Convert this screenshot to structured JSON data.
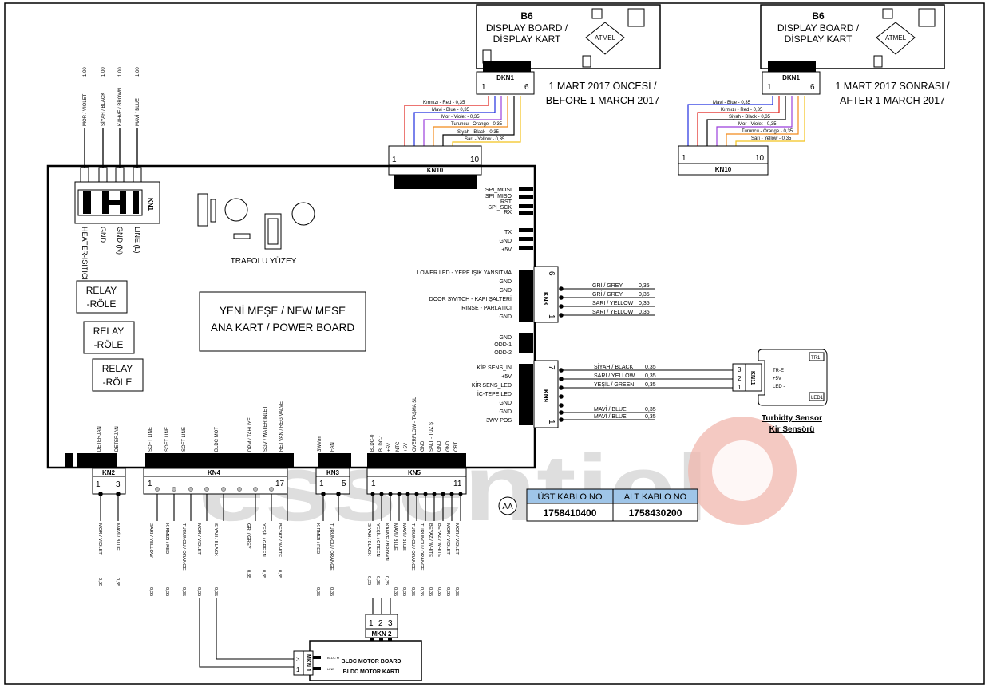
{
  "watermark": "essentiel b",
  "display_before": {
    "title": "B6",
    "line1": "DISPLAY BOARD /",
    "line2": "DİSPLAY KART",
    "chip": "ATMEL",
    "connector": "DKN1",
    "pin_first": "1",
    "pin_last": "6",
    "note1": "1 MART 2017 ÖNCESİ /",
    "note2": "BEFORE 1 MARCH 2017",
    "wires": [
      "Kırmızı - Red - 0,35",
      "Mavi - Blue - 0,35",
      "Mor - Violet - 0,35",
      "Turuncu - Orange - 0,35",
      "Siyah - Black - 0,35",
      "Sarı - Yellow - 0,35"
    ]
  },
  "display_after": {
    "title": "B6",
    "line1": "DISPLAY BOARD /",
    "line2": "DİSPLAY KART",
    "chip": "ATMEL",
    "connector": "DKN1",
    "pin_first": "1",
    "pin_last": "6",
    "note1": "1 MART 2017 SONRASI /",
    "note2": "AFTER 1 MARCH 2017",
    "kn10": "KN10",
    "kn10_first": "1",
    "kn10_last": "10",
    "wires": [
      "Mavi - Blue - 0,35",
      "Kırmızı - Red - 0,35",
      "Siyah - Black - 0,35",
      "Mor - Violet - 0,35",
      "Turuncu - Orange - 0,35",
      "Sarı - Yellow - 0,35"
    ]
  },
  "kn10": {
    "label": "KN10",
    "first": "1",
    "last": "10"
  },
  "kn1": {
    "label": "KN1",
    "pins": [
      "HEATER-ISITICI",
      "GND",
      "GND (N)",
      "LINE (L)"
    ],
    "wires": [
      "MOR / VIOLET",
      "SİYAH / BLACK",
      "KAHVE / BROWN",
      "MAVİ / BLUE"
    ],
    "sizes": [
      "1.00",
      "1.00",
      "1.00",
      "1.00"
    ]
  },
  "board": {
    "title1": "YENİ MEŞE / NEW MESE",
    "title2": "ANA KART / POWER BOARD",
    "trafo": "TRAFOLU YÜZEY",
    "relays": [
      "RELAY",
      "-RÖLE"
    ]
  },
  "right_labels_top": [
    "SPI_MOSI",
    "SPI_MISO",
    "RST",
    "SPI_SCK",
    "RX",
    "TX",
    "GND",
    "+5V"
  ],
  "kn8": {
    "label": "KN8",
    "first": "1",
    "last": "6",
    "labels": [
      "LOWER LED - YERE IŞIK YANSITMA",
      "GND",
      "GND",
      "DOOR SWITCH - KAPI ŞALTERİ",
      "RINSE - PARLATICI",
      "GND"
    ],
    "wires": [
      "GRİ / GREY",
      "GRİ / GREY",
      "SARI / YELLOW",
      "SARI / YELLOW"
    ],
    "sizes": [
      "0,35",
      "0,35",
      "0,35",
      "0,35"
    ]
  },
  "mid_labels": [
    "GND",
    "ODD-1",
    "ODD-2"
  ],
  "kn9": {
    "label": "KN9",
    "first": "1",
    "last": "7",
    "labels": [
      "KİR SENS_IN",
      "+5V",
      "KİR SENS_LED",
      "İÇ-TEPE LED",
      "GND",
      "GND",
      "3WV POS"
    ],
    "wires": [
      "SİYAH / BLACK",
      "SARI / YELLOW",
      "YEŞİL / GREEN",
      "MAVİ / BLUE",
      "MAVİ / BLUE"
    ],
    "sizes": [
      "0,35",
      "0,35",
      "0,35",
      "0,35",
      "0,35"
    ]
  },
  "kn11": {
    "label": "KN11",
    "pins": [
      "3",
      "2",
      "1"
    ],
    "signals": [
      "TR-E",
      "+5V",
      "LED -"
    ],
    "tr1": "TR1",
    "led1": "LED1"
  },
  "turbidity": {
    "line1": "Turbidty Sensor",
    "line2": "Kir Sensörü"
  },
  "kn2": {
    "label": "KN2",
    "first": "1",
    "last": "3",
    "pins": [
      "DETERJAN",
      "DETERJAN"
    ],
    "wires": [
      "MOR / VIOLET",
      "MAVİ / BLUE"
    ],
    "sizes": [
      "0,35",
      "0,35"
    ]
  },
  "kn4": {
    "label": "KN4",
    "first": "1",
    "last": "17",
    "pins": [
      "SOFT LINE",
      "SOFT LINE",
      "SOFT LINE",
      "BLDC MOT",
      "DPM / TAHLİYE",
      "SGV / WATER INLET",
      "REJ VAN / REG VALVE"
    ],
    "wires": [
      "SARI / YELLOW",
      "KIRMIZI / RED",
      "TURUNCU / ORANGE",
      "MOR / VIOLET",
      "SİYAH / BLACK",
      "GRİ / GREY",
      "YEŞİL / GREEN",
      "BEYAZ / WHITE"
    ],
    "sizes": [
      "0,35",
      "0,35",
      "0,35",
      "0,35",
      "0,35",
      "0,35",
      "0,35",
      "0,35"
    ]
  },
  "kn3": {
    "label": "KN3",
    "first": "1",
    "last": "5",
    "pins": [
      "3WV/m",
      "FAN"
    ],
    "wires": [
      "KIRMIZI / RED",
      "TURUNCU / ORANGE"
    ],
    "sizes": [
      "0,35",
      "0,35"
    ]
  },
  "kn5": {
    "label": "KN5",
    "first": "1",
    "last": "11",
    "pins": [
      "BLDC-0",
      "BLDC-1",
      "+5V",
      "NTC",
      "+5V",
      "OVERFLOW - TAŞMA ŞL",
      "GND",
      "SALT - TUZ Ş",
      "GND",
      "GND",
      "CRT"
    ],
    "wires": [
      "SİYAH / BLACK",
      "YEŞİL / GREEN",
      "KAHVE / BROWN",
      "MAVİ / BLUE",
      "MAVİ / BLUE",
      "TURUNCU / ORANGE",
      "TURUNCU / ORANGE",
      "BEYAZ / WHITE",
      "BEYAZ / WHITE",
      "MOR / VIOLET",
      "MOR / VIOLET"
    ],
    "sizes": [
      "0,35",
      "0,35",
      "0,35",
      "0,35",
      "0,35",
      "0,35",
      "0,35",
      "0,35",
      "0,35",
      "0,35",
      "0,35"
    ]
  },
  "cable_table": {
    "marker": "AA",
    "headers": [
      "ÜST KABLO NO",
      "ALT KABLO NO"
    ],
    "values": [
      "1758410400",
      "1758430200"
    ]
  },
  "mkn2": {
    "label": "MKN 2",
    "pins": [
      "1",
      "2",
      "3"
    ]
  },
  "mkn1": {
    "label": "MKN 1",
    "pins": [
      "3",
      "1"
    ],
    "tags": [
      "BLDC M",
      "LINE"
    ]
  },
  "bldc": {
    "line1": "BLDC MOTOR BOARD",
    "line2": "BLDC MOTOR KARTI"
  },
  "colors": {
    "red": "#e0221c",
    "blue": "#2230e0",
    "violet": "#9b3fdc",
    "orange": "#f28a1c",
    "black": "#000000",
    "yellow": "#f2c21c",
    "table_header": "#9fc5e8",
    "watermark_grey": "#d3d3d3",
    "watermark_red": "#f0b7ad"
  }
}
